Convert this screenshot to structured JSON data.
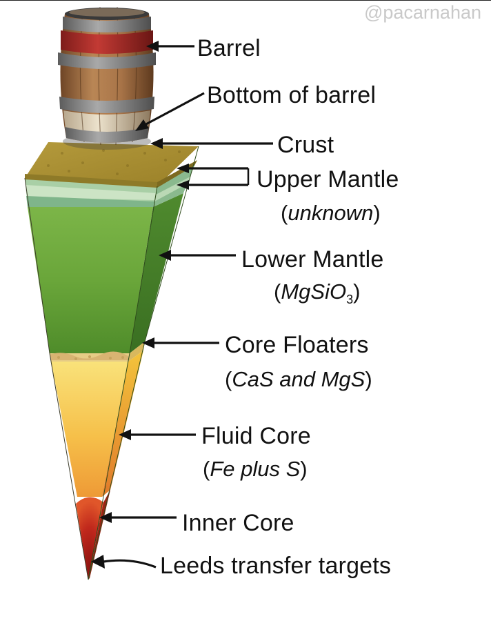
{
  "watermark": "@pacarnahan",
  "labels": {
    "barrel": "Barrel",
    "bottom_of_barrel": "Bottom of barrel",
    "crust": "Crust",
    "upper_mantle": "Upper Mantle",
    "upper_mantle_note": "unknown",
    "lower_mantle": "Lower Mantle",
    "lower_mantle_note_base": "MgSiO",
    "lower_mantle_note_sub": "3",
    "core_floaters": "Core Floaters",
    "core_floaters_note": "CaS and MgS",
    "fluid_core": "Fluid Core",
    "fluid_core_note": "Fe plus S",
    "inner_core": "Inner Core",
    "leeds": "Leeds transfer targets"
  },
  "colors": {
    "crust": "#a88f32",
    "upper_mantle": "#9fc8a0",
    "lower_mantle": "#6aa43c",
    "core_floaters": "#e0c070",
    "fluid_core": "#f2c048",
    "inner_core": "#b8221a",
    "barrel_wood": "#9b6b3f",
    "barrel_hoop_red": "#b8302c",
    "barrel_hoop_grey": "#8f8f8f"
  }
}
